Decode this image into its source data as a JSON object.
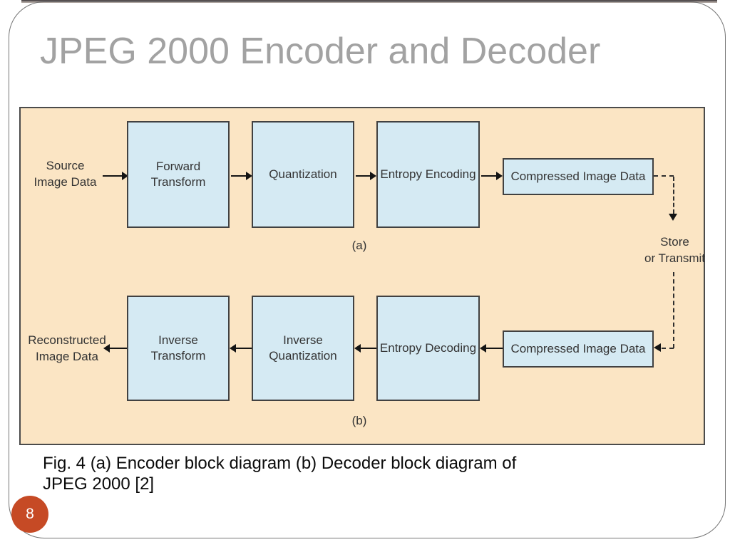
{
  "slide": {
    "title": "JPEG 2000 Encoder and Decoder",
    "page_number": "8",
    "caption": "Fig. 4 (a) Encoder block diagram (b) Decoder block diagram of\nJPEG 2000 [2]"
  },
  "colors": {
    "accent_circle": "#C64A25",
    "panel_background": "#FBE5C4",
    "block_background": "#D5EAF3",
    "block_border": "#414141",
    "title_gray": "#A2A2A2"
  },
  "diagram": {
    "encoder": {
      "input_label": "Source\nImage Data",
      "blocks": [
        "Forward\nTransform",
        "Quantization",
        "Entropy Encoding"
      ],
      "output_box": "Compressed Image Data",
      "sublabel": "(a)"
    },
    "decoder": {
      "output_label": "Reconstructed\nImage Data",
      "blocks": [
        "Inverse\nTransform",
        "Inverse\nQuantization",
        "Entropy Decoding"
      ],
      "input_box": "Compressed Image Data",
      "sublabel": "(b)"
    },
    "store_label": "Store\nor Transmit"
  }
}
